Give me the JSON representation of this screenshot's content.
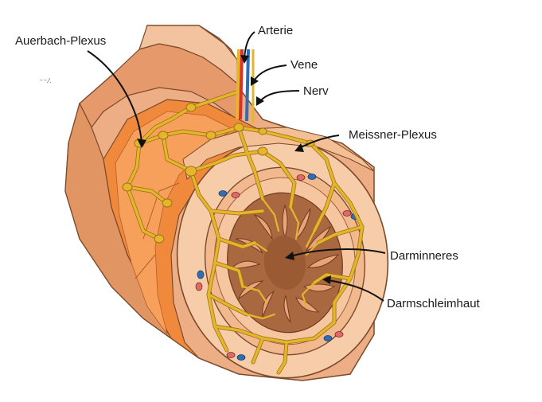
{
  "labels": {
    "auerbach": "Auerbach-Plexus",
    "arterie": "Arterie",
    "vene": "Vene",
    "nerv": "Nerv",
    "meissner": "Meissner-Plexus",
    "darminneres": "Darminneres",
    "darmschleimhaut": "Darmschleimhaut"
  },
  "colors": {
    "outer_muscle": "#e9a77c",
    "outer_muscle_dark": "#d9824f",
    "muscle_orange": "#f08a3c",
    "submucosa": "#f6caa6",
    "mucosa": "#f3b98e",
    "lumen": "#a9683f",
    "nerve": "#e7b52b",
    "artery": "#d8322a",
    "vein": "#2f6db5",
    "outline": "#7a4a2a"
  },
  "icons": {
    "artery_vessel": "red-vessel-icon",
    "vein_vessel": "blue-vessel-icon",
    "nerve_cell": "ganglion-icon"
  }
}
